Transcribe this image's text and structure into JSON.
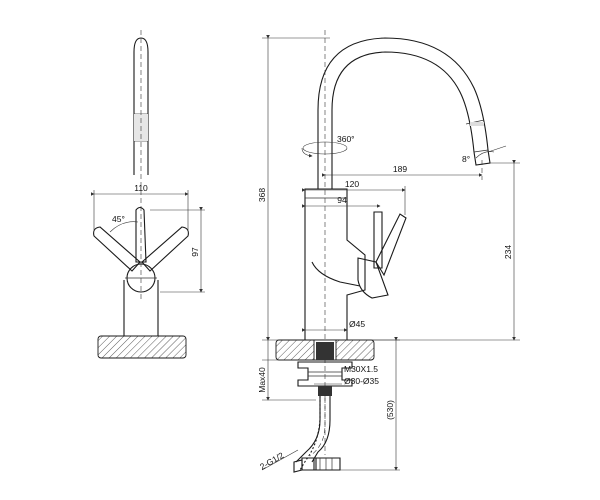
{
  "drawing": {
    "front_view": {
      "dim_width": "110",
      "dim_lever_angle": "45°",
      "dim_lever_height": "97"
    },
    "side_view": {
      "dim_total_height": "368",
      "dim_rotation": "360°",
      "dim_spout_reach": "189",
      "dim_spout_tilt": "8°",
      "dim_body_width": "120",
      "dim_lever_width": "94",
      "dim_spout_height": "234",
      "dim_base_diameter": "Ø45",
      "dim_thread": "M30X1.5",
      "dim_hole_diameter": "Ø30-Ø35",
      "dim_max_thickness": "Max40",
      "dim_hose_length": "(530)",
      "dim_hose_connection": "2-G1/2"
    }
  }
}
